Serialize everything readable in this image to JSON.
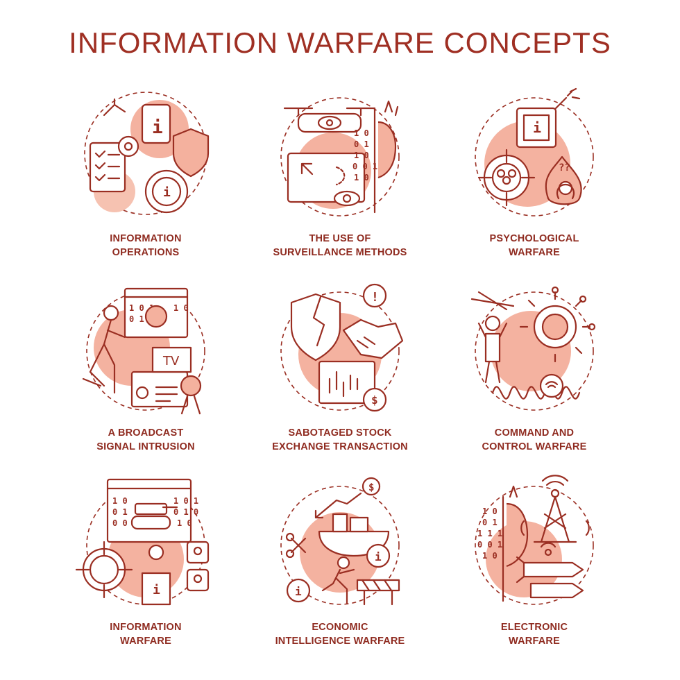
{
  "title": "INFORMATION WARFARE CONCEPTS",
  "colors": {
    "stroke": "#9a2e22",
    "accent": "#f2a48f",
    "background": "#ffffff"
  },
  "items": [
    {
      "icon": "information-operations-icon",
      "line1": "INFORMATION",
      "line2": "OPERATIONS"
    },
    {
      "icon": "surveillance-icon",
      "line1": "THE USE OF",
      "line2": "SURVEILLANCE METHODS"
    },
    {
      "icon": "psychological-warfare-icon",
      "line1": "PSYCHOLOGICAL",
      "line2": "WARFARE"
    },
    {
      "icon": "broadcast-intrusion-icon",
      "line1": "A BROADCAST",
      "line2": "SIGNAL INTRUSION"
    },
    {
      "icon": "stock-sabotage-icon",
      "line1": "SABOTAGED STOCK",
      "line2": "EXCHANGE TRANSACTION"
    },
    {
      "icon": "command-control-icon",
      "line1": "COMMAND AND",
      "line2": "CONTROL WARFARE"
    },
    {
      "icon": "information-warfare-icon",
      "line1": "INFORMATION",
      "line2": "WARFARE"
    },
    {
      "icon": "economic-intelligence-icon",
      "line1": "ECONOMIC",
      "line2": "INTELLIGENCE WARFARE"
    },
    {
      "icon": "electronic-warfare-icon",
      "line1": "ELECTRONIC",
      "line2": "WARFARE"
    }
  ],
  "icon_text": {
    "binary_a": [
      "1 0",
      "0 1",
      "1 0",
      "0 0 1",
      "1 0"
    ],
    "binary_b": [
      "1 0 1",
      "0 1 1",
      "1 0"
    ],
    "tv_label": "TV",
    "info_glyph": "i",
    "question": "??",
    "dollar": "$",
    "exclaim": "!",
    "binary_c": [
      "1 0",
      "0 1",
      "1 1 1",
      "0 0 1",
      "1 0"
    ],
    "binary_d": [
      "1 0",
      "0 1",
      "0 0 0"
    ],
    "binary_e": [
      "1 0 1",
      "0 1 0",
      "1 0"
    ]
  }
}
